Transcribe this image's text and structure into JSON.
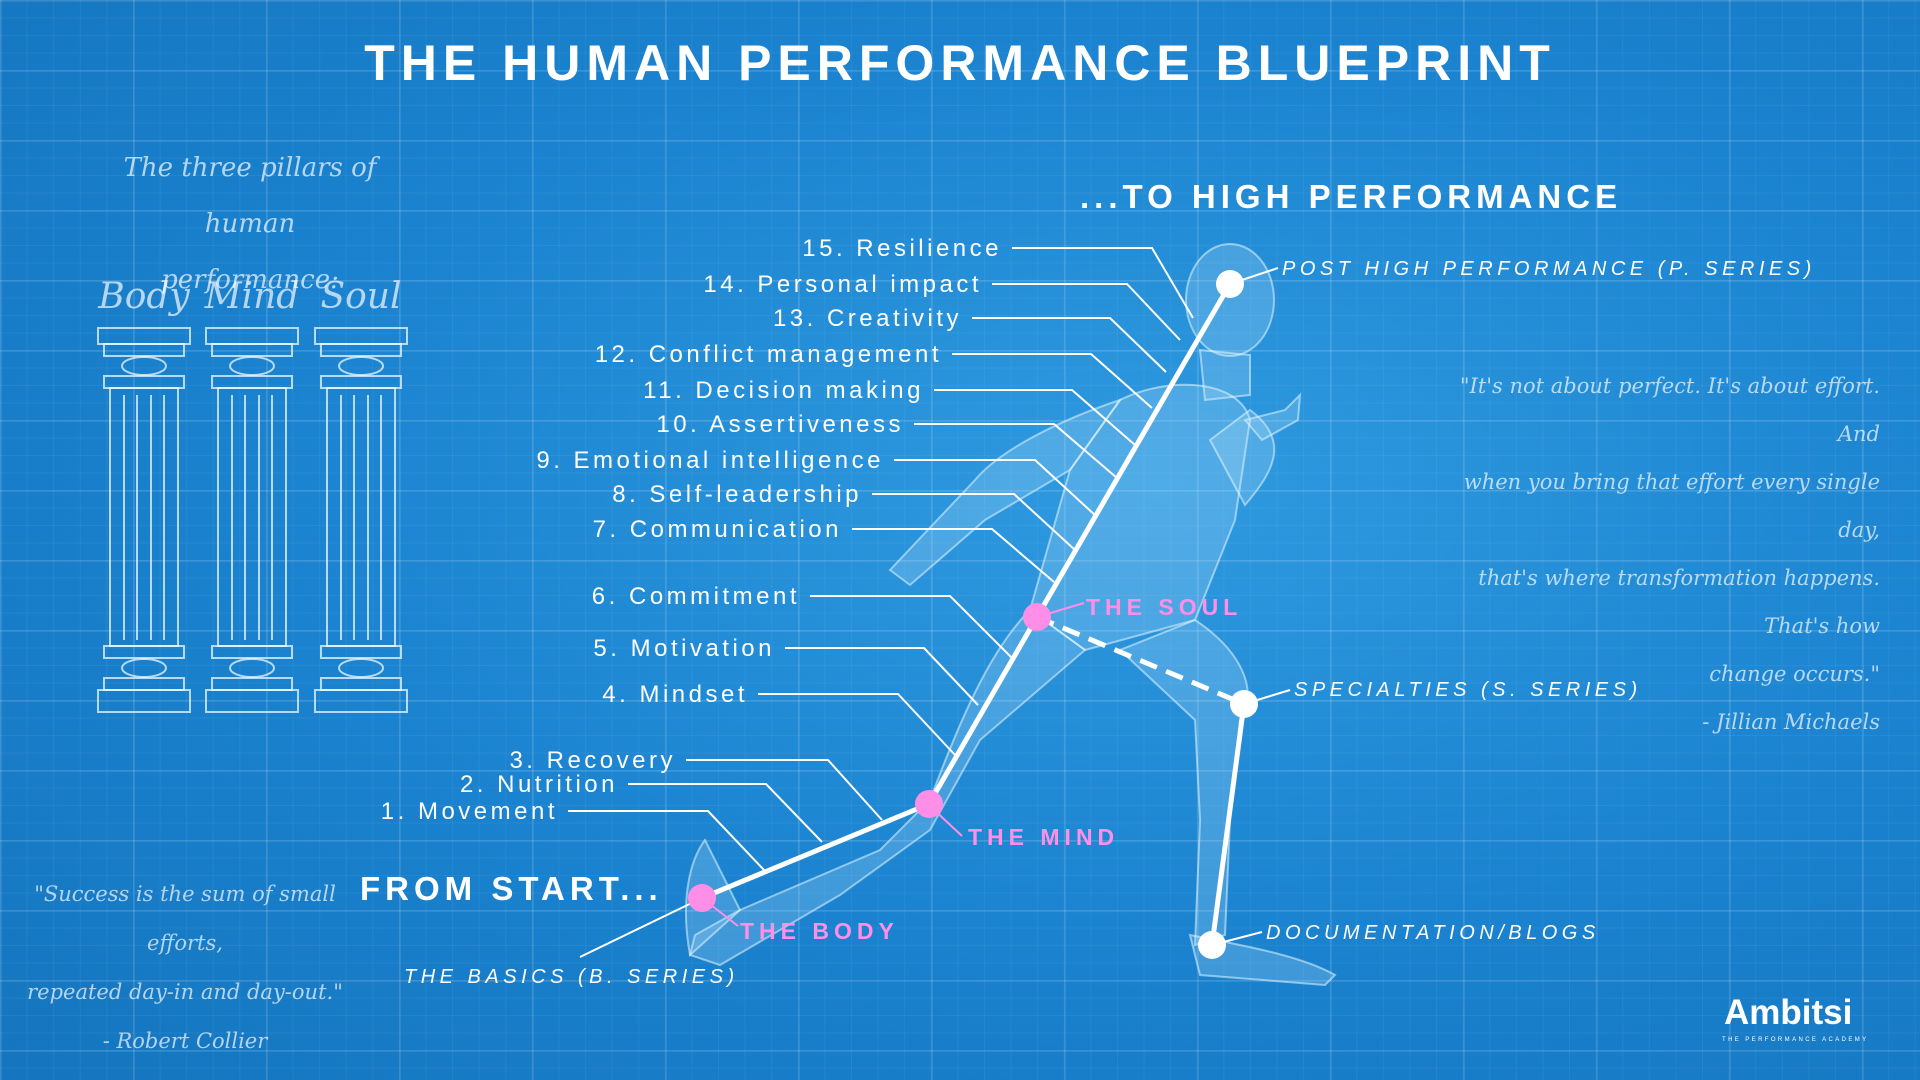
{
  "title": "THE HUMAN PERFORMANCE BLUEPRINT",
  "pillars": {
    "intro_line1": "The three pillars of",
    "intro_line2": "human performance:",
    "names": [
      "Body",
      "Mind",
      "Soul"
    ]
  },
  "headings": {
    "to_high": "...TO HIGH PERFORMANCE",
    "from_start": "FROM START..."
  },
  "skills": [
    "15. Resilience",
    "14. Personal impact",
    "13. Creativity",
    "12. Conflict management",
    "11. Decision making",
    "10. Assertiveness",
    "9. Emotional intelligence",
    "8. Self-leadership",
    "7. Communication",
    "6. Commitment",
    "5. Motivation",
    "4. Mindset",
    "3. Recovery",
    "2. Nutrition",
    "1. Movement"
  ],
  "series": {
    "post": "POST HIGH PERFORMANCE (P. SERIES)",
    "specialties": "SPECIALTIES (S. SERIES)",
    "docs": "DOCUMENTATION/BLOGS",
    "basics": "THE BASICS (B. SERIES)"
  },
  "stages": {
    "soul": "THE SOUL",
    "mind": "THE MIND",
    "body": "THE BODY"
  },
  "quote_right": {
    "line1": "\"It's not about perfect. It's about effort. And",
    "line2": "when you bring that effort every single day,",
    "line3": "that's where transformation happens. That's how",
    "line4": "change occurs.\"",
    "author": "- Jillian Michaels"
  },
  "quote_left": {
    "line1": "\"Success is the sum of small efforts,",
    "line2": "repeated day-in and day-out.\"",
    "author": "- Robert Collier"
  },
  "logo": {
    "name": "Ambitsi",
    "tagline": "THE PERFORMANCE ACADEMY"
  },
  "colors": {
    "background": "#1a82cf",
    "accent_pink": "#ff8fe6",
    "line": "#ffffff"
  }
}
